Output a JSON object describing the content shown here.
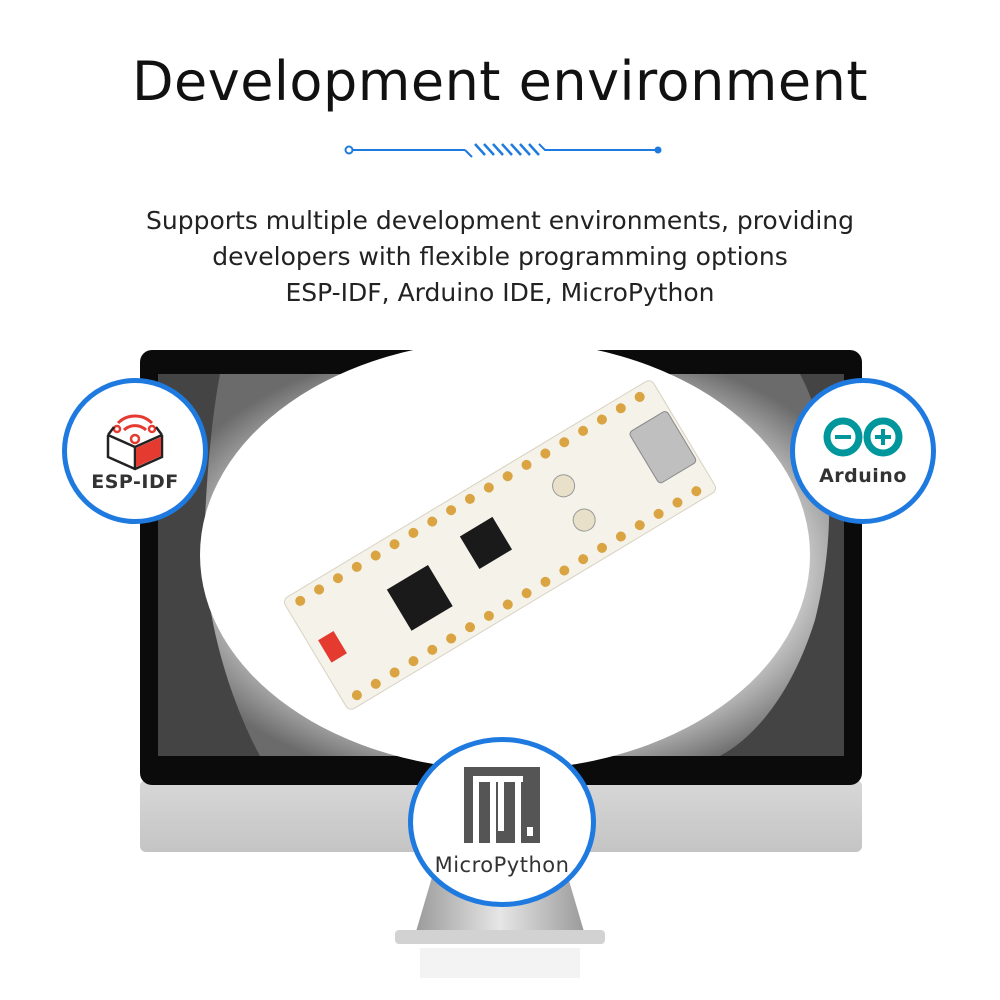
{
  "header": {
    "title": "Development environment",
    "subtitle_lines": [
      "Supports multiple development environments, providing",
      "developers with flexible programming options",
      "ESP-IDF, Arduino IDE, MicroPython"
    ]
  },
  "colors": {
    "accent": "#1f7ae0",
    "esp_red": "#e53a2f",
    "arduino_teal": "#00979c",
    "micropython_grey": "#555555"
  },
  "badges": [
    {
      "label": "ESP-IDF",
      "icon": "esp-idf-box-wifi-icon"
    },
    {
      "label": "Arduino",
      "icon": "arduino-infinity-icon"
    },
    {
      "label": "MicroPython",
      "icon": "micropython-logo-icon"
    }
  ]
}
